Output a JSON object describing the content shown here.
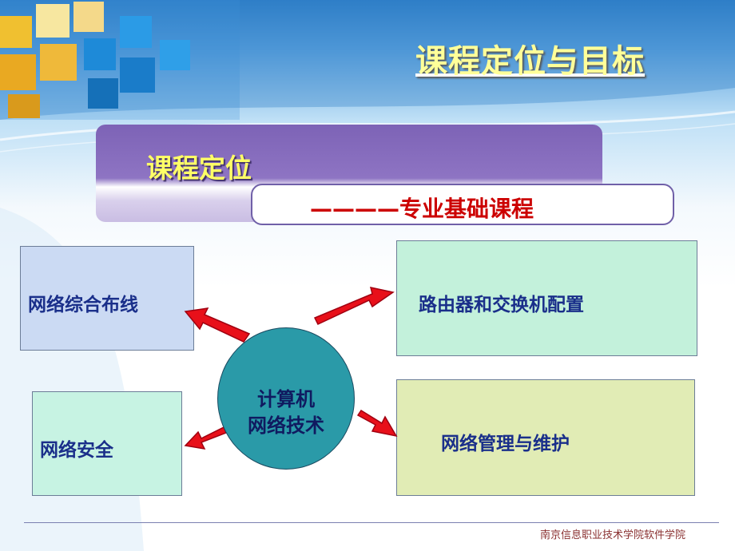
{
  "slide": {
    "title": "课程定位与目标",
    "section_title": "课程定位",
    "subtitle": "————专业基础课程",
    "center": {
      "line1": "计算机",
      "line2": "网络技术"
    },
    "boxes": {
      "top_left": "网络综合布线",
      "top_right": "路由器和交换机配置",
      "bottom_left": "网络安全",
      "bottom_right": "网络管理与维护"
    },
    "footer": "南京信息职业技术学院软件学院"
  },
  "colors": {
    "title": "#ffff99",
    "band": "#8e74c3",
    "subtitle_text": "#cc0000",
    "label_text": "#1a2f8a",
    "center_fill": "#2a9aa8",
    "arrow": "#e8101a"
  }
}
